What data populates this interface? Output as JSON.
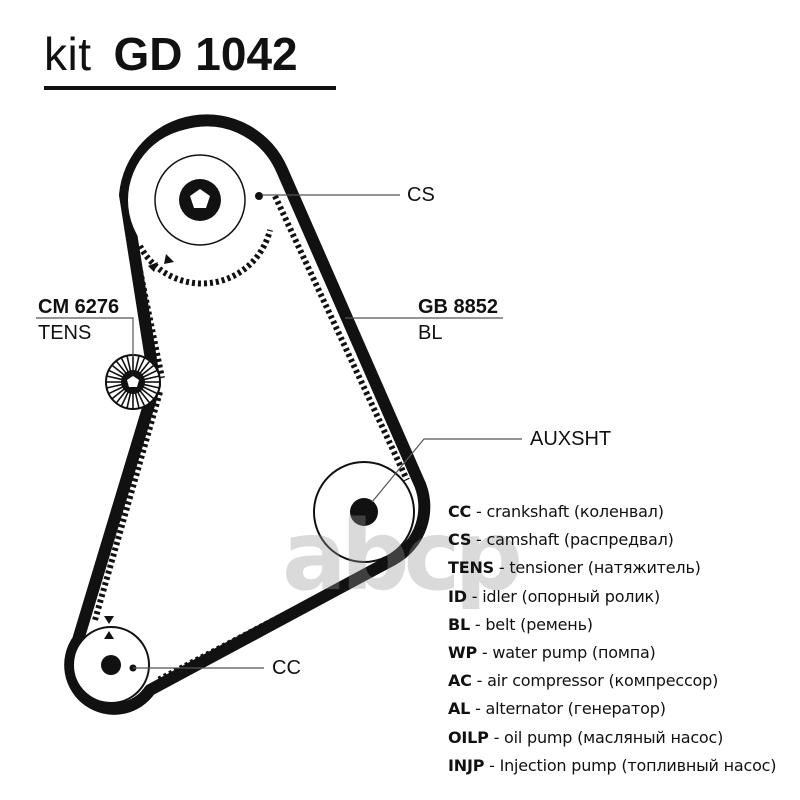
{
  "title": {
    "prefix": "kit",
    "code": "GD 1042"
  },
  "components": {
    "camshaft": {
      "label": "CS"
    },
    "tensioner": {
      "part_number": "CM  6276",
      "label": "TENS"
    },
    "belt": {
      "part_number": "GB 8852",
      "label": "BL"
    },
    "aux_shaft": {
      "label": "AUXSHT"
    },
    "crankshaft": {
      "label": "CC"
    }
  },
  "legend": [
    {
      "abbr": "CC",
      "desc": " - crankshaft (коленвал)"
    },
    {
      "abbr": "CS",
      "desc": " - camshaft (распредвал)"
    },
    {
      "abbr": "TENS",
      "desc": " - tensioner (натяжитель)"
    },
    {
      "abbr": "ID",
      "desc": " - idler (опорный ролик)"
    },
    {
      "abbr": "BL",
      "desc": " - belt (ремень)"
    },
    {
      "abbr": "WP",
      "desc": " - water pump (помпа)"
    },
    {
      "abbr": "AC",
      "desc": " - air compressor (компрессор)"
    },
    {
      "abbr": "AL",
      "desc": " - alternator (генератор)"
    },
    {
      "abbr": "OILP",
      "desc": " - oil pump (масляный насос)"
    },
    {
      "abbr": "INJP",
      "desc": " - Injection pump (топливный насос)"
    }
  ],
  "watermark": "abcp",
  "colors": {
    "ink": "#111111",
    "leader_line": "#555555",
    "watermark": "#969696"
  }
}
